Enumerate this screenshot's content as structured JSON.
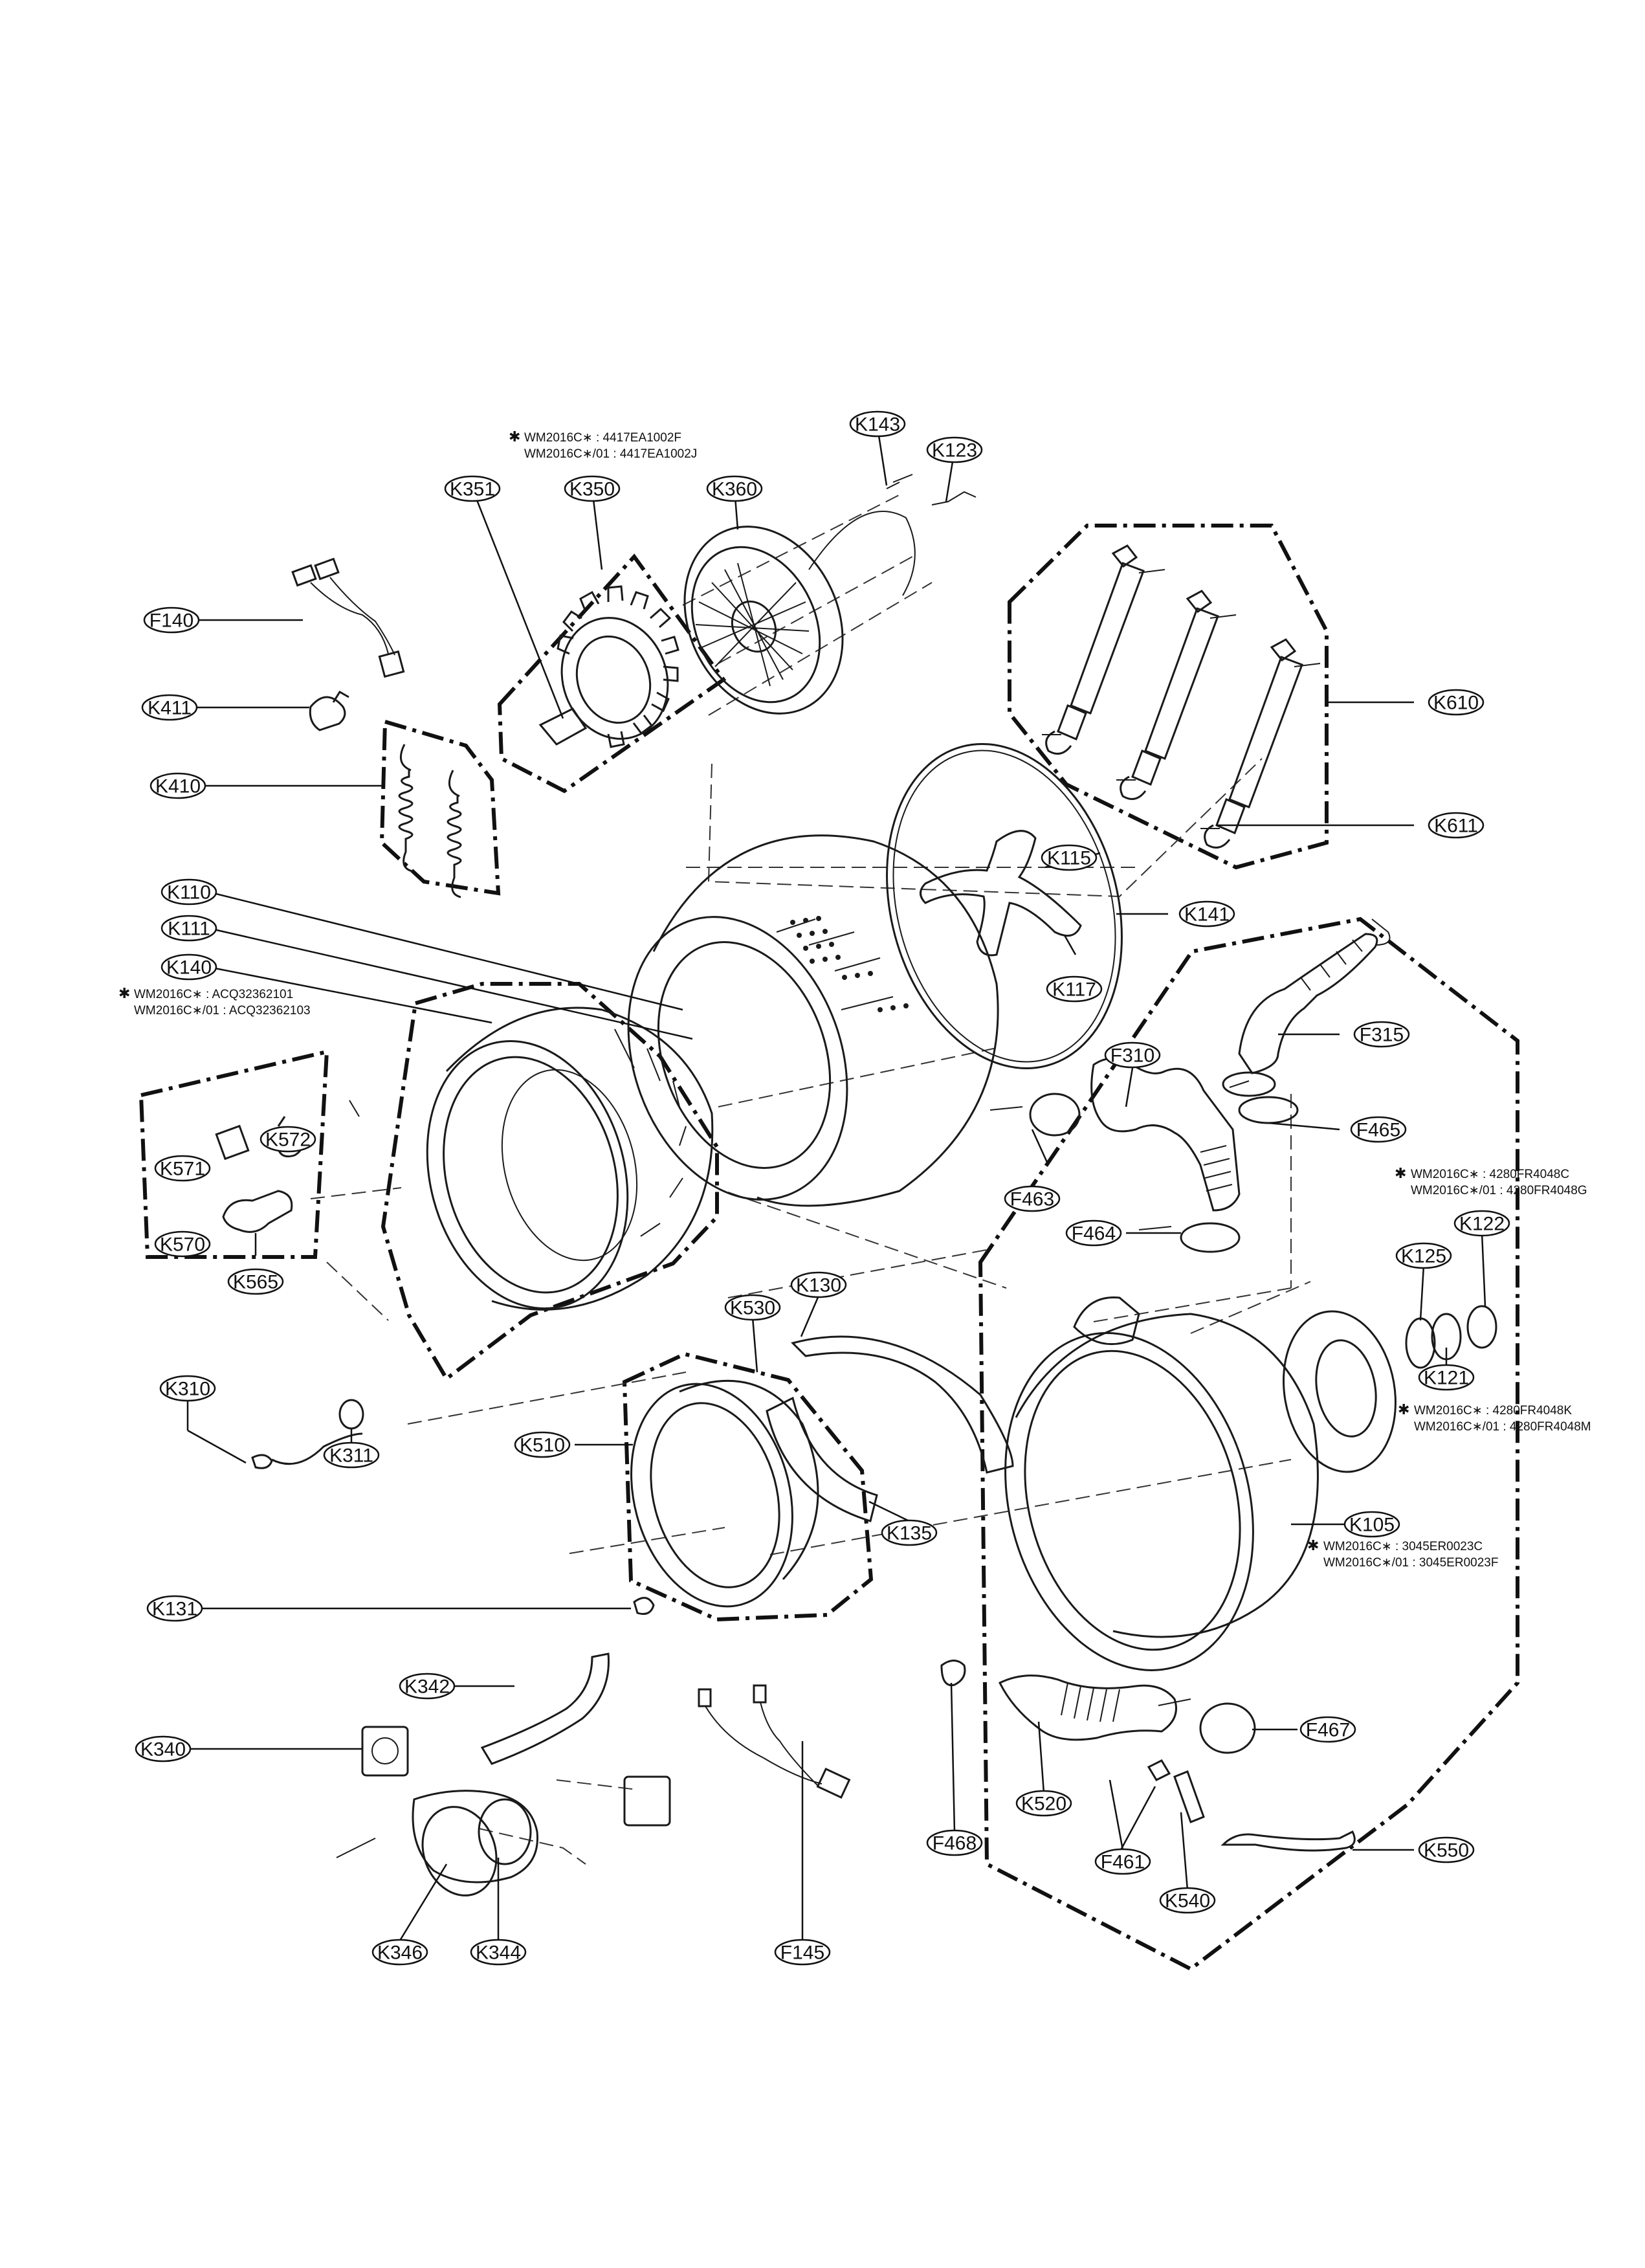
{
  "callouts": [
    {
      "id": "K143"
    },
    {
      "id": "K123"
    },
    {
      "id": "K351"
    },
    {
      "id": "K350"
    },
    {
      "id": "K360"
    },
    {
      "id": "F140"
    },
    {
      "id": "K411"
    },
    {
      "id": "K410"
    },
    {
      "id": "K610"
    },
    {
      "id": "K611"
    },
    {
      "id": "K115"
    },
    {
      "id": "K141"
    },
    {
      "id": "K117"
    },
    {
      "id": "K110"
    },
    {
      "id": "K111"
    },
    {
      "id": "K140"
    },
    {
      "id": "K571"
    },
    {
      "id": "K572"
    },
    {
      "id": "K570"
    },
    {
      "id": "K565"
    },
    {
      "id": "F315"
    },
    {
      "id": "F465"
    },
    {
      "id": "F310"
    },
    {
      "id": "F463"
    },
    {
      "id": "F464"
    },
    {
      "id": "K125"
    },
    {
      "id": "K122"
    },
    {
      "id": "K121"
    },
    {
      "id": "K130"
    },
    {
      "id": "K530"
    },
    {
      "id": "K310"
    },
    {
      "id": "K311"
    },
    {
      "id": "K510"
    },
    {
      "id": "K135"
    },
    {
      "id": "K105"
    },
    {
      "id": "K131"
    },
    {
      "id": "K342"
    },
    {
      "id": "K340"
    },
    {
      "id": "F467"
    },
    {
      "id": "K520"
    },
    {
      "id": "F461"
    },
    {
      "id": "K540"
    },
    {
      "id": "K550"
    },
    {
      "id": "F468"
    },
    {
      "id": "K346"
    },
    {
      "id": "K344"
    },
    {
      "id": "F145"
    }
  ],
  "notes": [
    {
      "lines": [
        "WM2016C∗ : 4417EA1002F",
        "WM2016C∗/01 : 4417EA1002J"
      ]
    },
    {
      "lines": [
        "WM2016C∗ : ACQ32362101",
        "WM2016C∗/01 : ACQ32362103"
      ]
    },
    {
      "lines": [
        "WM2016C∗ :      4280FR4048C",
        "WM2016C∗/01 : 4280FR4048G"
      ]
    },
    {
      "lines": [
        "WM2016C∗ :      4280FR4048K",
        "WM2016C∗/01 : 4280FR4048M"
      ]
    },
    {
      "lines": [
        "WM2016C∗ : 3045ER0023C",
        "WM2016C∗/01 : 3045ER0023F"
      ]
    }
  ],
  "note_marker": "✱"
}
